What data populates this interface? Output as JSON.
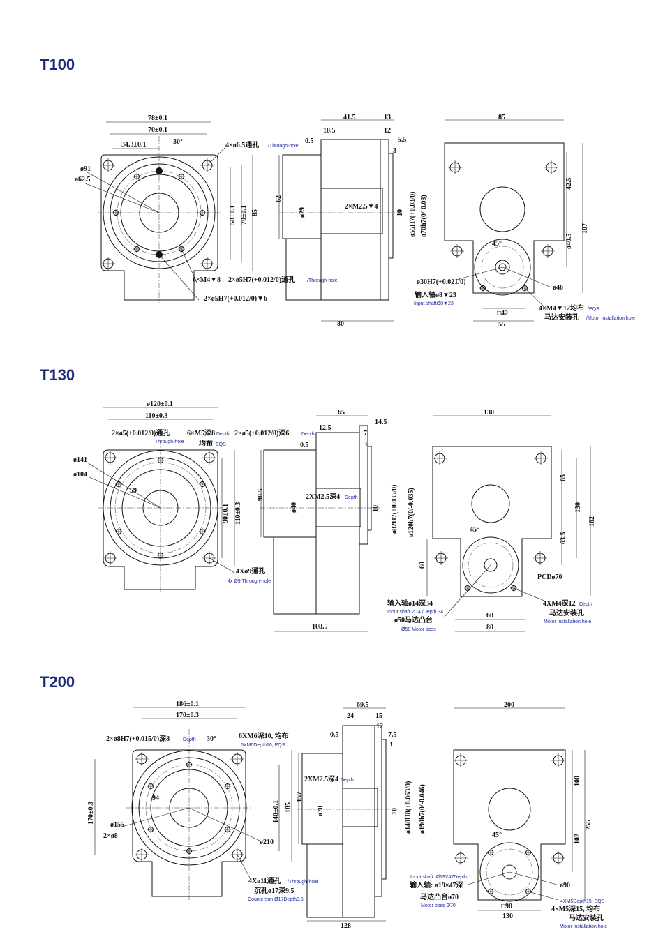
{
  "t100": {
    "title": "T100",
    "front": {
      "w78": "78±0.1",
      "w70": "70±0.1",
      "w34": "34.3±0.1",
      "ang": "30°",
      "hole": "4×ø6.5通孔",
      "hole_en": "/Through-hole",
      "d91": "ø91",
      "d62": "ø62.5",
      "h58": "58±0.1",
      "h70": "70±0.1",
      "h85": "85",
      "m4": "6×M4▼8",
      "pin": "2×ø5H7(+0.012/0)通孔",
      "pin_en": "/Through-hole",
      "pin2": "2×ø5H7(+0.012/0)▼6"
    },
    "side": {
      "a": "41.5",
      "b": "13",
      "c": "10.5",
      "d": "12",
      "e": "5.5",
      "f": "0.5",
      "g": "3",
      "h": "62",
      "i": "ø29",
      "j": "2×M2.5▼4",
      "k": "10",
      "l": "ø55H7(+0.03/0)",
      "m": "ø70h7(0/-0.03)",
      "n": "80"
    },
    "rear": {
      "w": "85",
      "v1": "42.5",
      "v2": "ø40.5",
      "v3": "107",
      "d46": "ø46",
      "d30": "ø30H7(+0.021/0)",
      "in": "输入轴ø8▼23",
      "in_en": "Input shaftØ8▼23",
      "sq": "□42",
      "w55": "55",
      "ang": "45°",
      "mh": "4×M4▼12均布",
      "mh_en": "/EQS",
      "mh2": "马达安装孔",
      "mh2_en": "/Motor installation hole"
    }
  },
  "t130": {
    "title": "T130",
    "front": {
      "d120": "ø120±0.1",
      "w110": "110±0.3",
      "pin": "2×ø5(+0.012/0)通孔",
      "pin_en": "Through-hole",
      "m5": "6×M5深8",
      "m5_en": "Depth",
      "eq": "均布",
      "eq_en": "EQS",
      "pin2": "2×ø5(+0.012/0)深6",
      "pin2_en": "Depth",
      "d141": "ø141",
      "d104": "ø104",
      "a59": "59",
      "h90": "90±0.1",
      "h110": "110±0.3",
      "hole": "4Xø9通孔",
      "hole_en": "4x Ø9 Through-hole"
    },
    "side": {
      "a": "65",
      "b": "12.5",
      "c": "14.5",
      "d": "0.5",
      "e": "7",
      "f": "3",
      "g": "98.5",
      "h": "ø40",
      "i": "2XM2.5深4",
      "i_en": "Depth",
      "j": "10",
      "k": "ø82H7(+0.035/0)",
      "l": "ø120h7(0/-0.035)",
      "m": "108.5"
    },
    "rear": {
      "w": "130",
      "v1": "65",
      "v2": "130",
      "v3": "162",
      "v4": "63.5",
      "v5": "60",
      "pcd": "PCDø70",
      "ang": "45°",
      "in": "输入轴ø14深34",
      "in_en": "Input shaft Ø14 /Depth 34",
      "boss": "ø50马达凸台",
      "boss_en": "Ø50 Motor boss",
      "mh": "4XM4深12",
      "mh_d": "Depth",
      "mh2": "马达安装孔",
      "mh2_en": "Motor installation hole",
      "w60": "60",
      "w80": "80"
    }
  },
  "t200": {
    "title": "T200",
    "front": {
      "w186": "186±0.1",
      "w170": "170±0.3",
      "pin": "2×ø8H7(+0.015/0)深8",
      "pin_en": "Depth",
      "ang": "30°",
      "m6": "6XM6深10, 均布",
      "m6_en": "6XM6Depth10, EQS",
      "h170": "170±0.3",
      "a94": "94",
      "d155": "ø155",
      "d8": "2×ø8",
      "h140": "140±0.1",
      "h185": "185",
      "d210": "ø210",
      "hole": "4Xø11通孔",
      "hole_en": "/Through-hole",
      "cs": "沉孔ø17深9.5",
      "cs_en": "Countersun Ø17Depth9.5"
    },
    "side": {
      "a": "69.5",
      "b": "24",
      "c": "15",
      "d": "12",
      "e": "0.5",
      "f": "7.5",
      "g": "3",
      "h": "2XM2.5深4",
      "h_en": "Depth",
      "i": "157",
      "j": "ø70",
      "k": "10",
      "l": "ø140H8(+0.063/0)",
      "m": "ø190h7(0/-0.046)",
      "n": "128"
    },
    "rear": {
      "w": "200",
      "v1": "100",
      "v2": "255",
      "v3": "102",
      "ang": "45°",
      "in_en": "Input shaft: Ø19X47Depth",
      "in": "输入轴: ø19×47深",
      "boss": "马达凸台ø70",
      "boss_en": "Motor boss Ø70",
      "d90": "ø90",
      "sq": "□90",
      "w130": "130",
      "mh_en": "4XM5Depth15, EQS",
      "mh": "4×M5深15, 均布",
      "mh2": "马达安装孔",
      "mh2_en": "Motor installation hole"
    }
  }
}
